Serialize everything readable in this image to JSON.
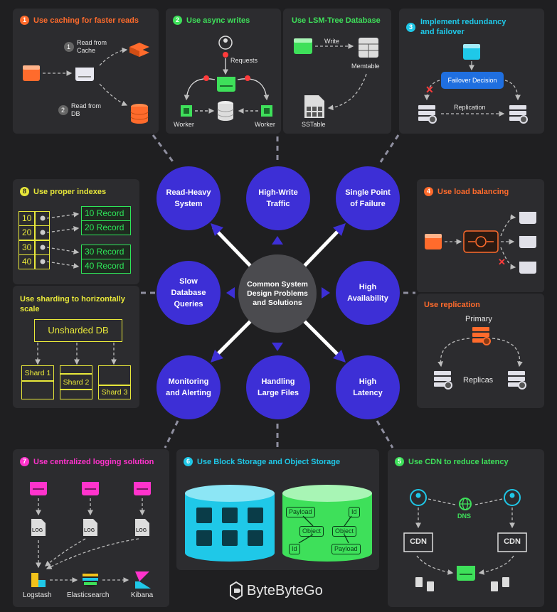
{
  "colors": {
    "accent_orange": "#ff6b2c",
    "accent_green": "#3ee05a",
    "accent_cyan": "#1fc8e8",
    "accent_yellow": "#e8e83a",
    "accent_pink": "#ff33cc",
    "hub": "#3d2fd6",
    "bg": "#1f1f21",
    "panel": "#2c2c2f"
  },
  "panels": {
    "caching": {
      "num": "1",
      "title": "Use caching for faster reads",
      "step1": "1",
      "read_cache": "Read from\nCache",
      "step2": "2",
      "read_db": "Read from\nDB"
    },
    "async": {
      "num": "2",
      "title": "Use async writes",
      "requests": "Requests",
      "worker_left": "Worker",
      "worker_right": "Worker"
    },
    "lsm": {
      "title": "Use LSM-Tree Database",
      "write": "Write",
      "memtable": "Memtable",
      "sstable": "SSTable"
    },
    "redundancy": {
      "num": "3",
      "title_l1": "Implement redundancy",
      "title_l2": "and failover",
      "decision": "Failover Decision",
      "replication": "Replication"
    },
    "indexes": {
      "num": "8",
      "title": "Use proper indexes",
      "keys": [
        "10",
        "20",
        "30",
        "40"
      ],
      "records": [
        "10 Record",
        "20 Record",
        "30 Record",
        "40 Record"
      ]
    },
    "sharding": {
      "title_l1": "Use sharding to horizontally",
      "title_l2": "scale",
      "unsharded": "Unsharded DB",
      "shards": [
        "Shard 1",
        "Shard 2",
        "Shard 3"
      ]
    },
    "load_balancing": {
      "num": "4",
      "title": "Use load balancing"
    },
    "replication": {
      "title": "Use replication",
      "primary": "Primary",
      "replicas": "Replicas"
    },
    "logging": {
      "num": "7",
      "title": "Use centralized logging solution",
      "log": "LOG",
      "logstash": "Logstash",
      "elasticsearch": "Elasticsearch",
      "kibana": "Kibana"
    },
    "storage": {
      "num": "6",
      "title": "Use Block Storage and Object Storage",
      "payload": "Payload",
      "id": "Id",
      "object": "Object"
    },
    "cdn": {
      "num": "5",
      "title": "Use CDN to reduce latency",
      "dns": "DNS",
      "cdn": "CDN"
    }
  },
  "center": "Common System Design Problems and Solutions",
  "hubs": {
    "read_heavy": "Read-Heavy\nSystem",
    "high_write": "High-Write\nTraffic",
    "spof": "Single Point\nof Failure",
    "slow_db": "Slow\nDatabase\nQueries",
    "high_availability": "High\nAvailability",
    "monitoring": "Monitoring\nand Alerting",
    "large_files": "Handling\nLarge Files",
    "high_latency": "High\nLatency"
  },
  "footer": {
    "brand": "ByteByteGo"
  }
}
